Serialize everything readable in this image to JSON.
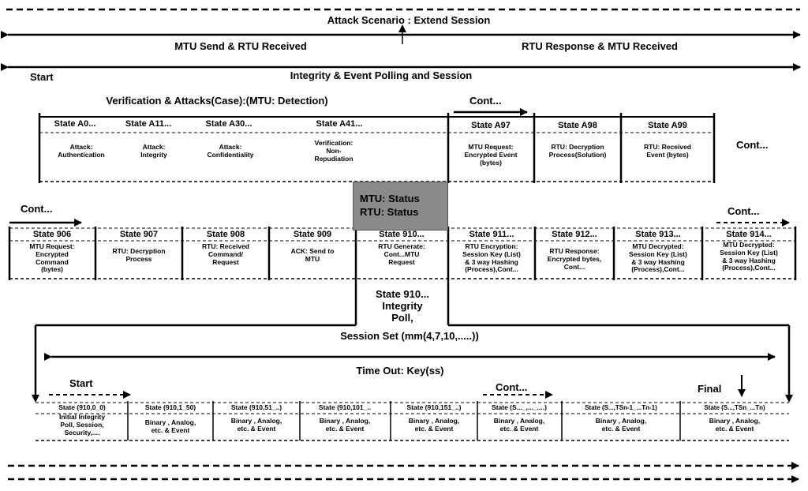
{
  "title": "Attack Scenario : Extend Session",
  "top": {
    "left_label": "MTU Send & RTU Received",
    "right_label": "RTU Response & MTU Received",
    "start": "Start",
    "integrity_label": "Integrity & Event Polling and Session"
  },
  "verification": {
    "heading": "Verification & Attacks(Case):(MTU: Detection)",
    "cont_top": "Cont...",
    "cont_right": "Cont...",
    "states": [
      {
        "name": "State A0...",
        "desc": "Attack:\nAuthentication"
      },
      {
        "name": "State A11...",
        "desc": "Attack:\nIntegrity"
      },
      {
        "name": "State A30...",
        "desc": "Attack:\nConfidentiality"
      },
      {
        "name": "State A41...",
        "desc": "Verification:\nNon-\nRepudiation"
      },
      {
        "name": "State A97",
        "desc": "MTU Request:\nEncrypted Event\n(bytes)"
      },
      {
        "name": "State A98",
        "desc": "RTU: Decryption\nProcess(Solution)"
      },
      {
        "name": "State A99",
        "desc": "RTU: Received\nEvent (bytes)"
      }
    ]
  },
  "status": {
    "line1": "MTU: Status",
    "line2": "RTU: Status"
  },
  "middle": {
    "cont_left": "Cont...",
    "cont_right": "Cont...",
    "states": [
      {
        "name": "State 906",
        "desc": "MTU Request:\nEncrypted\nCommand\n(bytes)"
      },
      {
        "name": "State 907",
        "desc": "RTU: Decryption\nProcess"
      },
      {
        "name": "State 908",
        "desc": "RTU: Received\nCommand/\nRequest"
      },
      {
        "name": "State 909",
        "desc": "ACK: Send to\nMTU"
      },
      {
        "name": "State 910...",
        "desc": "RTU Generate:\nCont...MTU\nRequest"
      },
      {
        "name": "State 911...",
        "desc": "RTU Encryption:\nSession Key (List)\n& 3 way Hashing\n(Process),Cont..."
      },
      {
        "name": "State 912...",
        "desc": "RTU Response:\nEncrypted bytes,\nCont..."
      },
      {
        "name": "State 913...",
        "desc": "MTU Decrypted:\nSession Key (List)\n& 3 way Hashing\n(Process),Cont..."
      },
      {
        "name": "State 914...",
        "desc": "MTU Decrypted:\nSession Key (List)\n& 3 way Hashing\n(Process),Cont..."
      }
    ]
  },
  "poll_label": "State 910...\nIntegrity\nPoll,",
  "session_set": "Session Set (mm(4,7,10,.....))",
  "timeout": "Time Out: Key(ss)",
  "bottom": {
    "start": "Start",
    "cont": "Cont...",
    "final": "Final",
    "states": [
      {
        "name": "State (910,0_0)",
        "desc": "Initial Integrity\nPoll, Session,\nSecurity,...."
      },
      {
        "name": "State (910,1_50)",
        "desc": "Binary , Analog,\netc. & Event"
      },
      {
        "name": "State (910,51_..)",
        "desc": "Binary , Analog,\netc. & Event"
      },
      {
        "name": "State (910,101_..",
        "desc": "Binary , Analog,\netc. & Event"
      },
      {
        "name": "State (910,151_..)",
        "desc": "Binary , Analog,\netc. & Event"
      },
      {
        "name": "State (S..._,..._....)",
        "desc": "Binary , Analog,\netc. & Event"
      },
      {
        "name": "State (S...,TSn-1_...Tn-1)",
        "desc": "Binary , Analog,\netc. & Event"
      },
      {
        "name": "State (S...,TSn_...Tn)",
        "desc": "Binary , Analog,\netc. & Event"
      }
    ]
  }
}
